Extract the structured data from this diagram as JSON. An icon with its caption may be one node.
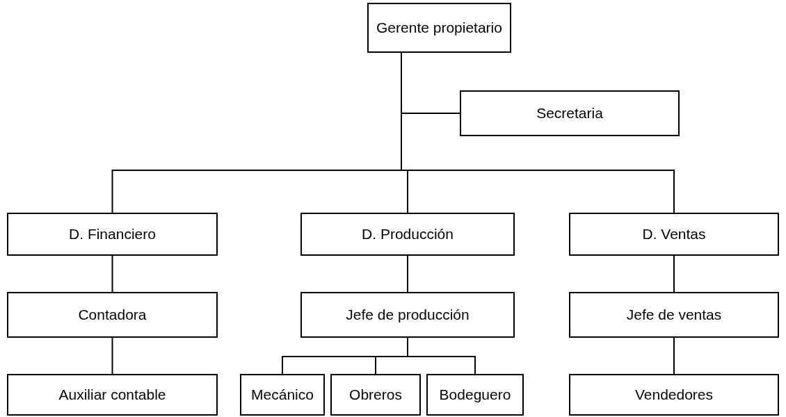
{
  "diagram": {
    "nodes": [
      {
        "text": [
          "Gerente propietario"
        ]
      },
      {
        "text": [
          "Secretaria"
        ]
      },
      {
        "text": [
          "D. Financiero"
        ]
      },
      {
        "text": [
          "D. Producción"
        ]
      },
      {
        "text": [
          "D. Ventas"
        ]
      },
      {
        "text": [
          "Contadora"
        ]
      },
      {
        "text": [
          "Jefe de producción"
        ]
      },
      {
        "text": [
          "Jefe de ventas"
        ]
      },
      {
        "text": [
          "Auxiliar contable"
        ]
      },
      {
        "text": [
          "Mecánico"
        ]
      },
      {
        "text": [
          "Obreros"
        ]
      },
      {
        "text": [
          "Bodeguero"
        ]
      },
      {
        "text": [
          "Vendedores"
        ]
      }
    ],
    "edges": [
      {
        "from": 0,
        "to": 1,
        "arrow": "none"
      },
      {
        "from": 0,
        "to": 2,
        "arrow": "none"
      },
      {
        "from": 0,
        "to": 3,
        "arrow": "none"
      },
      {
        "from": 0,
        "to": 4,
        "arrow": "none"
      },
      {
        "from": 2,
        "to": 5,
        "arrow": "none"
      },
      {
        "from": 3,
        "to": 6,
        "arrow": "none"
      },
      {
        "from": 4,
        "to": 7,
        "arrow": "none"
      },
      {
        "from": 5,
        "to": 8,
        "arrow": "none"
      },
      {
        "from": 6,
        "to": 9,
        "arrow": "none"
      },
      {
        "from": 6,
        "to": 10,
        "arrow": "none"
      },
      {
        "from": 6,
        "to": 11,
        "arrow": "none"
      },
      {
        "from": 7,
        "to": 12,
        "arrow": "none"
      }
    ]
  }
}
